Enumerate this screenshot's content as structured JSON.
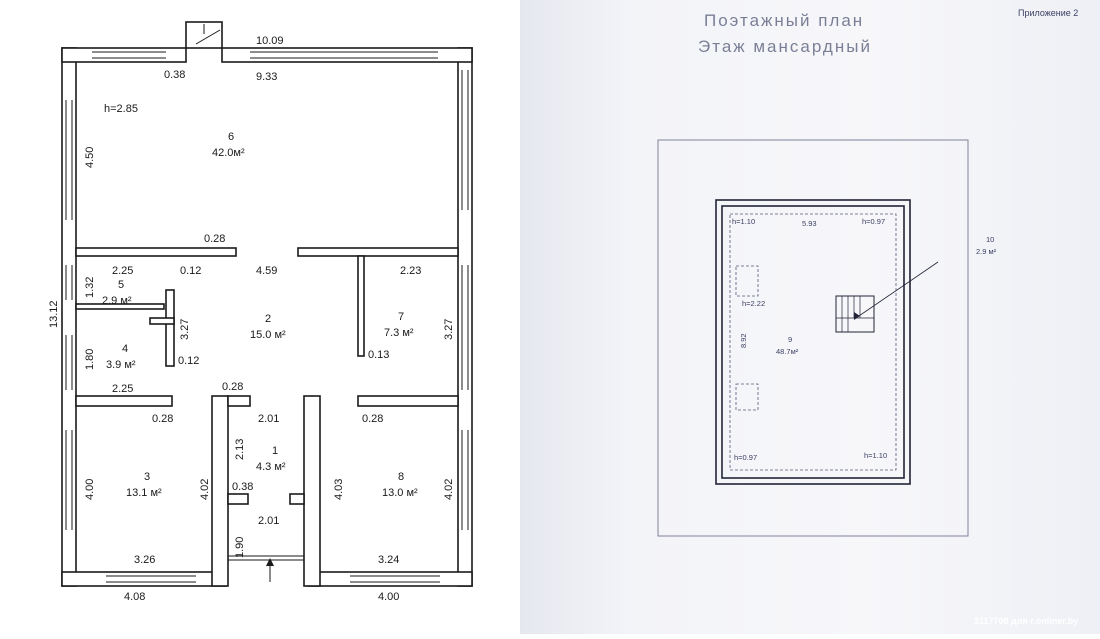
{
  "left_plan": {
    "dimensions": {
      "top_outer": "10.09",
      "top_inner": "9.33",
      "left_top": "4.50",
      "left_total": "13.12",
      "left_mid": "1.32",
      "left_lower": "1.80",
      "left_bottom": "4.00",
      "wall_vent": "0.38",
      "corridor_width": "4.59",
      "partition_top": "0.28",
      "partition_small_a": "0.12",
      "r5_width": "2.25",
      "r4_width": "2.25",
      "r4_partition": "0.12",
      "r45_height": "3.27",
      "r7_width": "2.23",
      "r7_height": "3.27",
      "r7_partition": "0.13",
      "door_wall_a": "0.28",
      "r3_partition": "0.28",
      "r8_partition": "0.28",
      "hall_width_top": "2.01",
      "hall_height": "2.13",
      "hall_wall": "0.38",
      "hall_width_bottom": "2.01",
      "porch_height": "1.90",
      "r3_height": "4.02",
      "r8_height_a": "4.03",
      "r8_height_b": "4.02",
      "r3_width": "3.26",
      "r8_width": "3.24",
      "bottom_left": "4.08",
      "bottom_right": "4.00",
      "ceiling_height": "h=2.85"
    },
    "rooms": [
      {
        "num": "6",
        "area": "42.0м²"
      },
      {
        "num": "5",
        "area": "2.9  м²"
      },
      {
        "num": "4",
        "area": "3.9  м²"
      },
      {
        "num": "2",
        "area": "15.0 м²"
      },
      {
        "num": "7",
        "area": "7.3  м²"
      },
      {
        "num": "1",
        "area": "4.3  м²"
      },
      {
        "num": "3",
        "area": "13.1 м²"
      },
      {
        "num": "8",
        "area": "13.0 м²"
      }
    ],
    "watermark": "3117708 для r.onliner.by"
  },
  "right_plan": {
    "appendix": "Приложение 2",
    "title_line1": "Поэтажный план",
    "title_line2": "Этаж мансардный",
    "dimensions": {
      "h_top_left": "h=1.10",
      "top_width": "5.93",
      "h_top_right": "h=0.97",
      "h_inner": "h=2.22",
      "side_height": "8.92",
      "h_bottom_left": "h=0.97",
      "h_bottom_right": "h=1.10"
    },
    "rooms": [
      {
        "num": "9",
        "area": "48.7м²"
      },
      {
        "num": "10",
        "area": "2.9  м²"
      }
    ],
    "watermark": "3117708 для r.onliner.by"
  }
}
